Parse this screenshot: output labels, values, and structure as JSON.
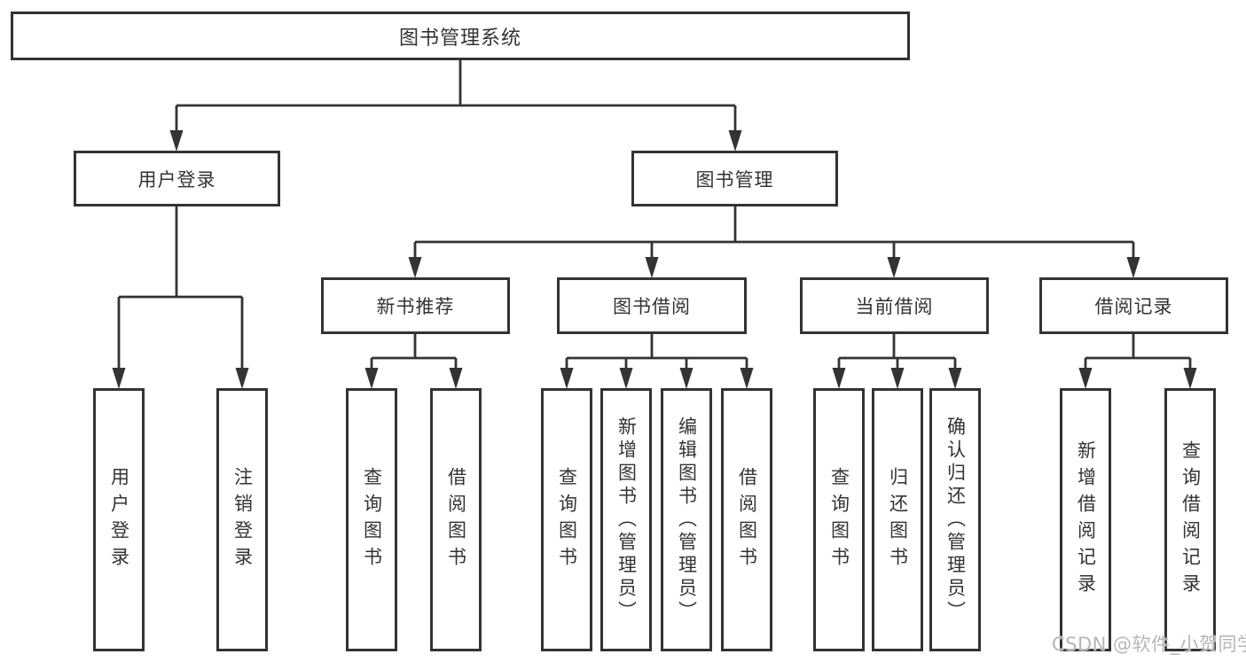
{
  "diagram": {
    "type": "hierarchy-tree",
    "colors": {
      "background": "#ffffff",
      "line": "#333333",
      "box_border": "#333333",
      "text": "#333333",
      "watermark": "#b6b6b6"
    },
    "watermark": "CSDN @软件_小贺同学",
    "nodes": {
      "root": {
        "label": "图书管理系统"
      },
      "level2": [
        {
          "label": "用户登录"
        },
        {
          "label": "图书管理"
        }
      ],
      "level3": [
        {
          "label": "新书推荐",
          "parent": "图书管理"
        },
        {
          "label": "图书借阅",
          "parent": "图书管理"
        },
        {
          "label": "当前借阅",
          "parent": "图书管理"
        },
        {
          "label": "借阅记录",
          "parent": "图书管理"
        }
      ],
      "leaves": [
        {
          "label": "用户登录",
          "parent": "用户登录"
        },
        {
          "label": "注销登录",
          "parent": "用户登录"
        },
        {
          "label": "查询图书",
          "parent": "新书推荐"
        },
        {
          "label": "借阅图书",
          "parent": "新书推荐"
        },
        {
          "label": "查询图书",
          "parent": "图书借阅"
        },
        {
          "label": "新增图书（管理员）",
          "parent": "图书借阅"
        },
        {
          "label": "编辑图书（管理员）",
          "parent": "图书借阅"
        },
        {
          "label": "借阅图书",
          "parent": "图书借阅"
        },
        {
          "label": "查询图书",
          "parent": "当前借阅"
        },
        {
          "label": "归还图书",
          "parent": "当前借阅"
        },
        {
          "label": "确认归还（管理员）",
          "parent": "当前借阅"
        },
        {
          "label": "新增借阅记录",
          "parent": "借阅记录"
        },
        {
          "label": "查询借阅记录",
          "parent": "借阅记录"
        }
      ]
    }
  }
}
